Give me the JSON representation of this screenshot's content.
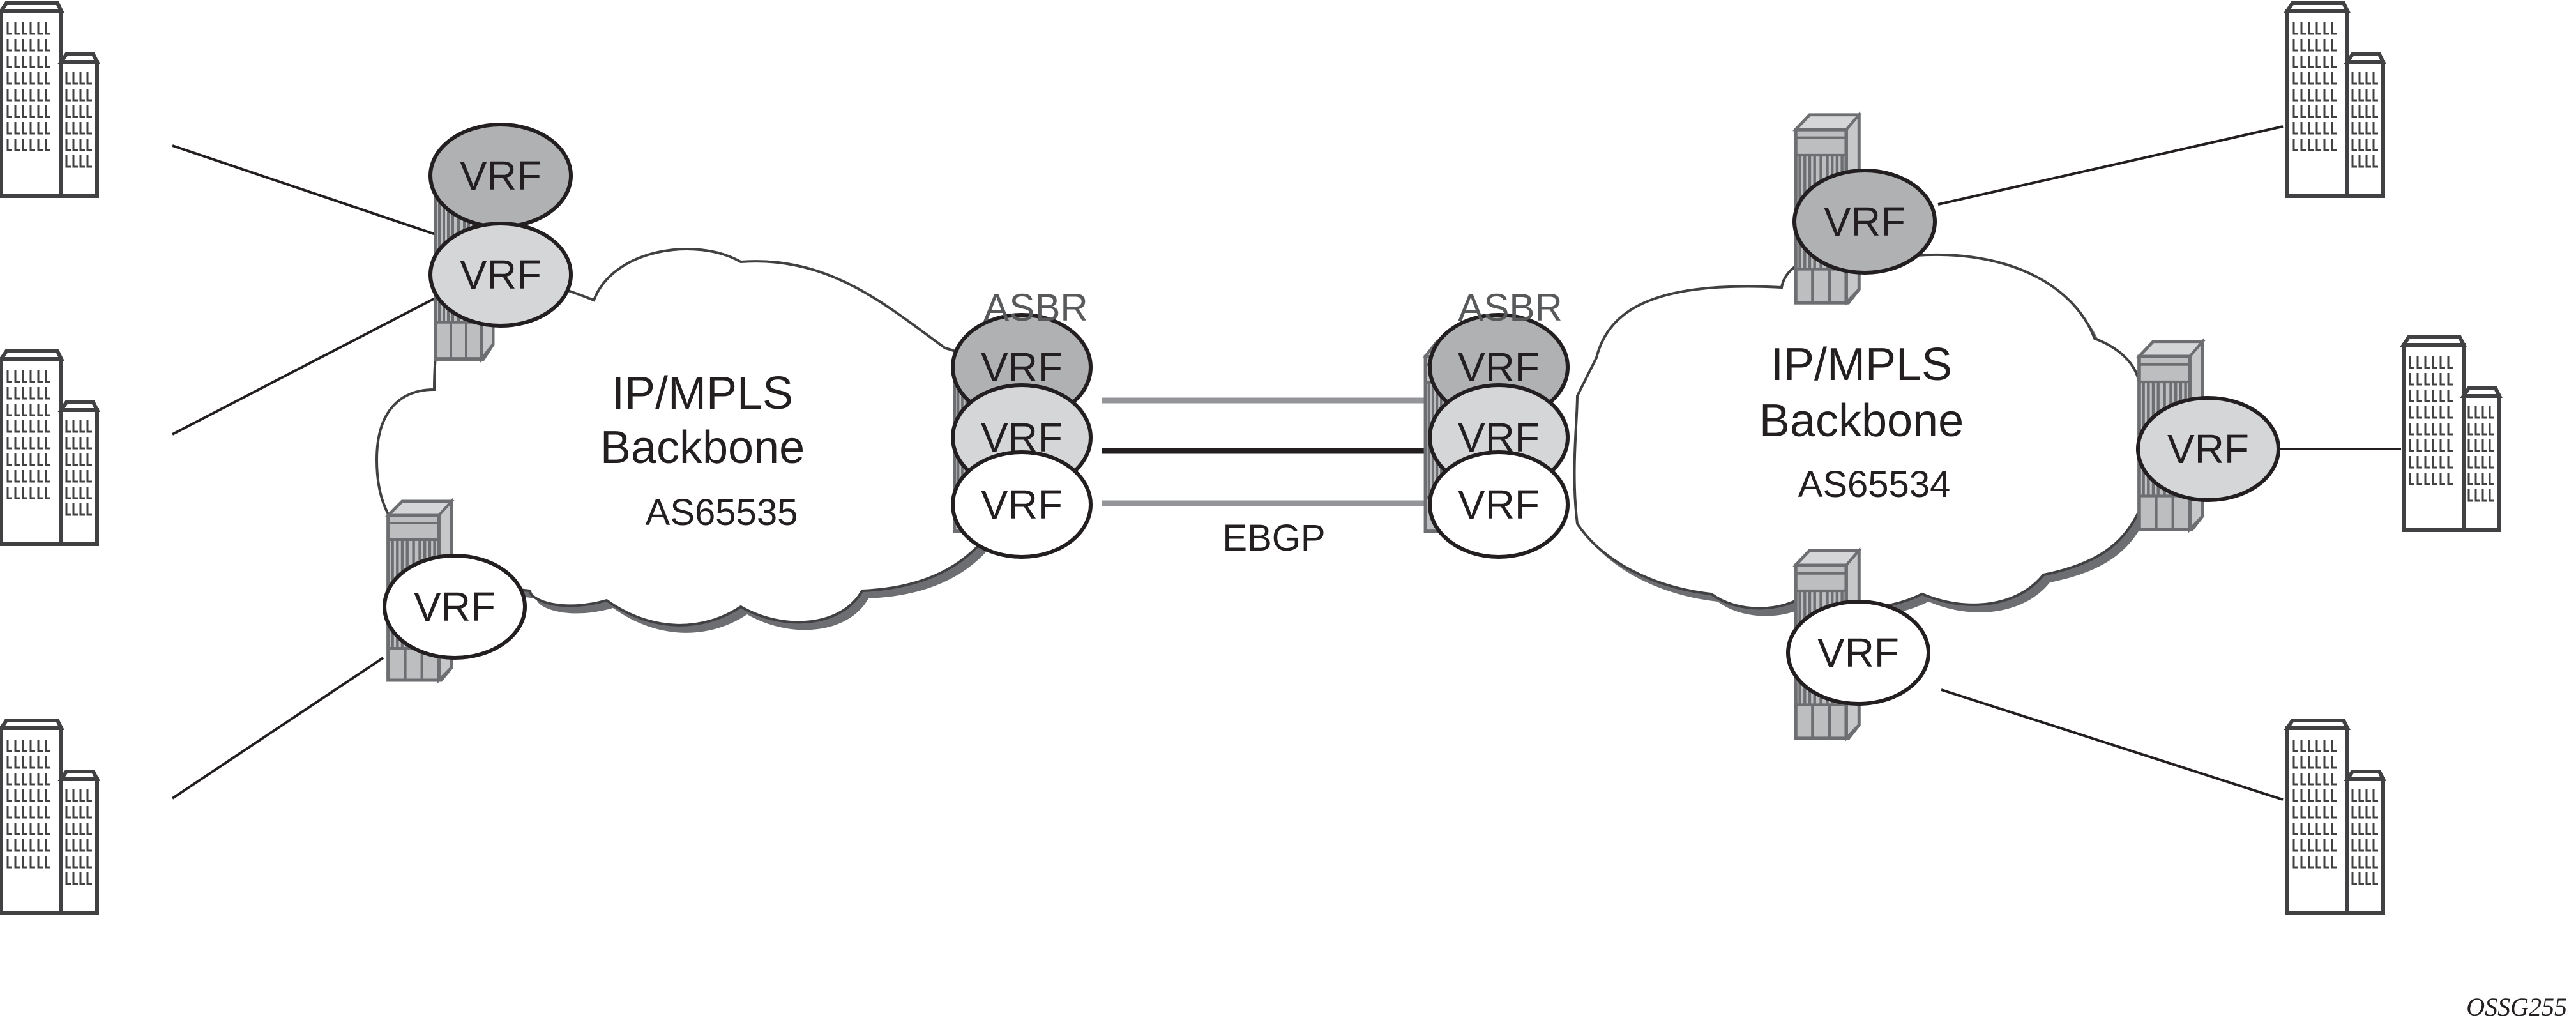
{
  "diagram": {
    "figure_id": "OSSG255",
    "left_network": {
      "title_line1": "IP/MPLS",
      "title_line2": "Backbone",
      "as_number": "AS65535"
    },
    "right_network": {
      "title_line1": "IP/MPLS",
      "title_line2": "Backbone",
      "as_number": "AS65534"
    },
    "asbr_left_label": "ASBR",
    "asbr_right_label": "ASBR",
    "link_label": "EBGP",
    "vrf_label": "VRF",
    "colors": {
      "vrf_dark": "#b0b1b3",
      "vrf_light": "#d5d6d8",
      "vrf_white": "#ffffff",
      "router_body": "#bcbec0",
      "router_edge": "#6d6e71",
      "line_black": "#231f20",
      "link_grey": "#939598"
    }
  }
}
